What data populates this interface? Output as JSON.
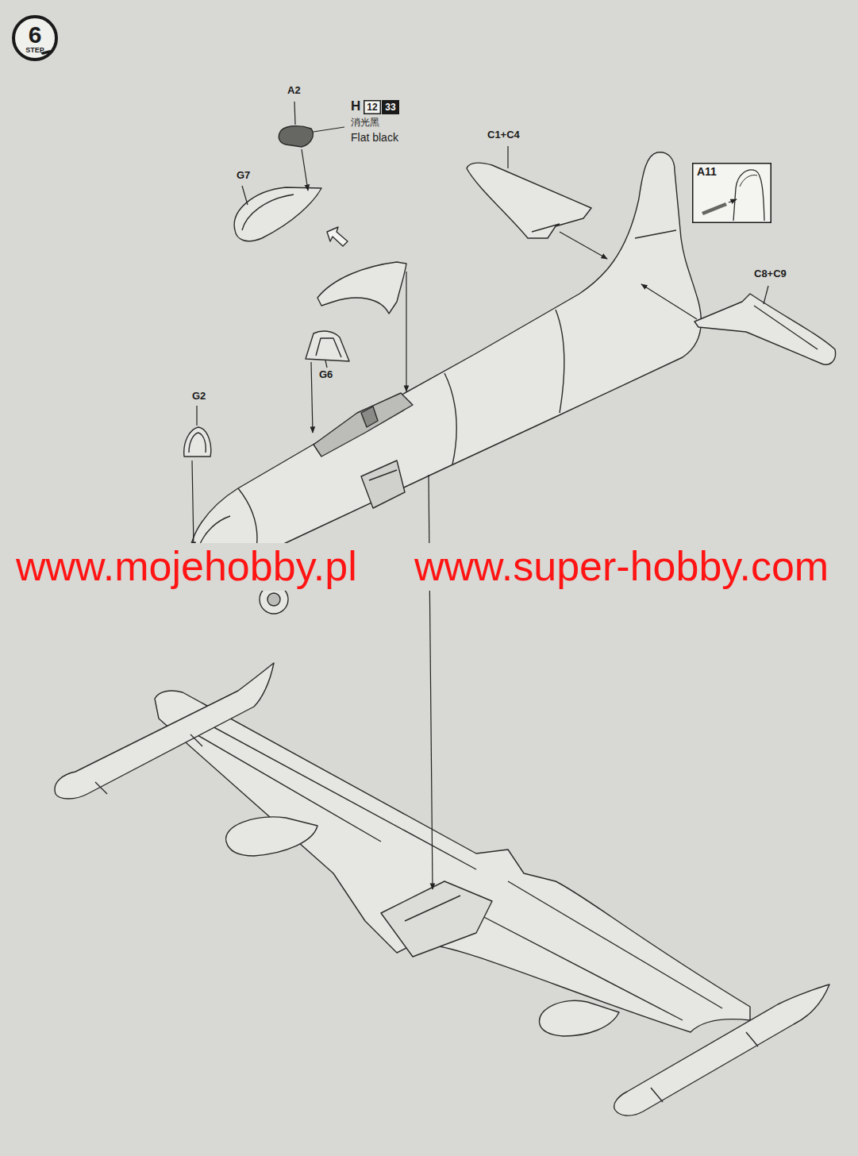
{
  "diagram": {
    "nodes": [
      {
        "text": [
          "6",
          "STEP"
        ]
      },
      {
        "text": [
          "12"
        ]
      },
      {
        "text": [
          "33"
        ]
      },
      {
        "text": [
          "A11"
        ]
      }
    ],
    "labels": [
      "A2",
      "H",
      "消光黑",
      "Flat black",
      "C1+C4",
      "G7",
      "C8+C9",
      "G6",
      "G2",
      "www.mojehobby.pl",
      "www.super-hobby.com"
    ]
  }
}
